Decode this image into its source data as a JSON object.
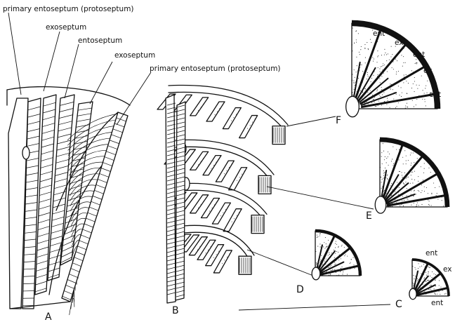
{
  "labels": {
    "primary_entoseptum_1": "primary entoseptum (protoseptum)",
    "exoseptum_1": "exoseptum",
    "entoseptum": "entoseptum",
    "exoseptum_2": "exoseptum",
    "primary_entoseptum_2": "primary entoseptum (protoseptum)"
  },
  "panels": {
    "A": "A",
    "B": "B",
    "C": "C",
    "D": "D",
    "E": "E",
    "F": "F"
  },
  "section_F": {
    "ent_1": "ent",
    "ex_1": "ex",
    "ent_2": "ent",
    "ex_2": "ex",
    "ent_3": "ent"
  },
  "section_C": {
    "ent_1": "ent",
    "ex": "ex",
    "ent_2": "ent"
  }
}
